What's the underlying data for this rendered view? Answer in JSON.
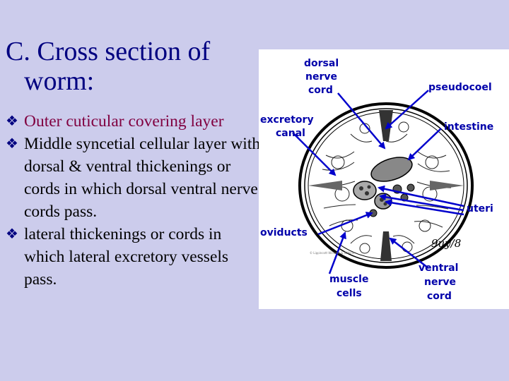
{
  "slide": {
    "title_line1": "C. Cross section of",
    "title_line2": "worm:",
    "bullets": [
      "Outer cuticular covering layer",
      "Middle syncetial cellular layer with dorsal & ventral thickenings or cords in which dorsal ventral nerve cords pass.",
      "lateral thickenings or cords in which lateral  excretory vessels pass."
    ],
    "bullet_marker": "❖",
    "colors": {
      "background": "#ccccec",
      "title": "#000080",
      "first_bullet": "#800040",
      "label": "#0000aa"
    }
  },
  "diagram": {
    "labels": {
      "dorsal_nerve_cord": [
        "dorsal",
        "nerve",
        "cord"
      ],
      "pseudocoel": "pseudocoel",
      "excretory_canal": [
        "excretory",
        "canal"
      ],
      "intestine": "intestine",
      "uteri": "uteri",
      "oviducts": "oviducts",
      "muscle_cells": [
        "muscle",
        "cells"
      ],
      "ventral_nerve_cord": [
        "ventral",
        "nerve",
        "cord"
      ]
    },
    "signature": "9uy/8",
    "credit": "© Lippincott Williams & Wilkins"
  }
}
